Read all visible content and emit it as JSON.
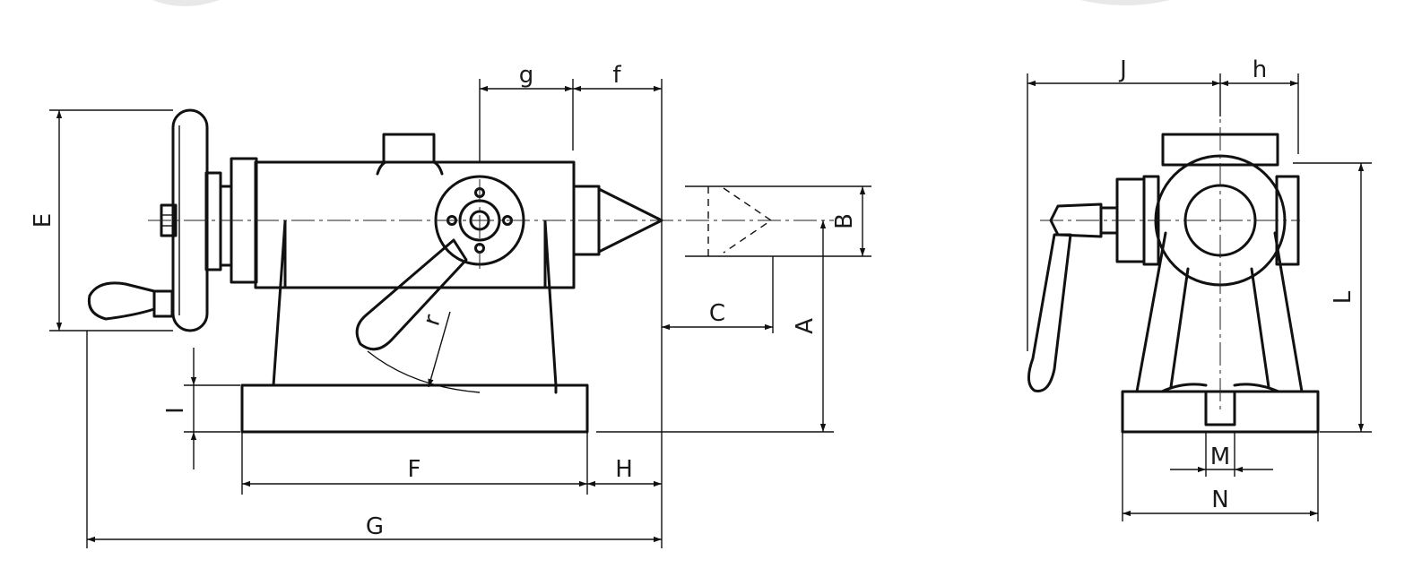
{
  "dimensions": {
    "A": "A",
    "B": "B",
    "C": "C",
    "E": "E",
    "F": "F",
    "G": "G",
    "H": "H",
    "I": "I",
    "J": "J",
    "L": "L",
    "M": "M",
    "N": "N",
    "f": "f",
    "g": "g",
    "h": "h",
    "r": "r"
  },
  "colors": {
    "line": "#111111",
    "background": "#ffffff"
  }
}
